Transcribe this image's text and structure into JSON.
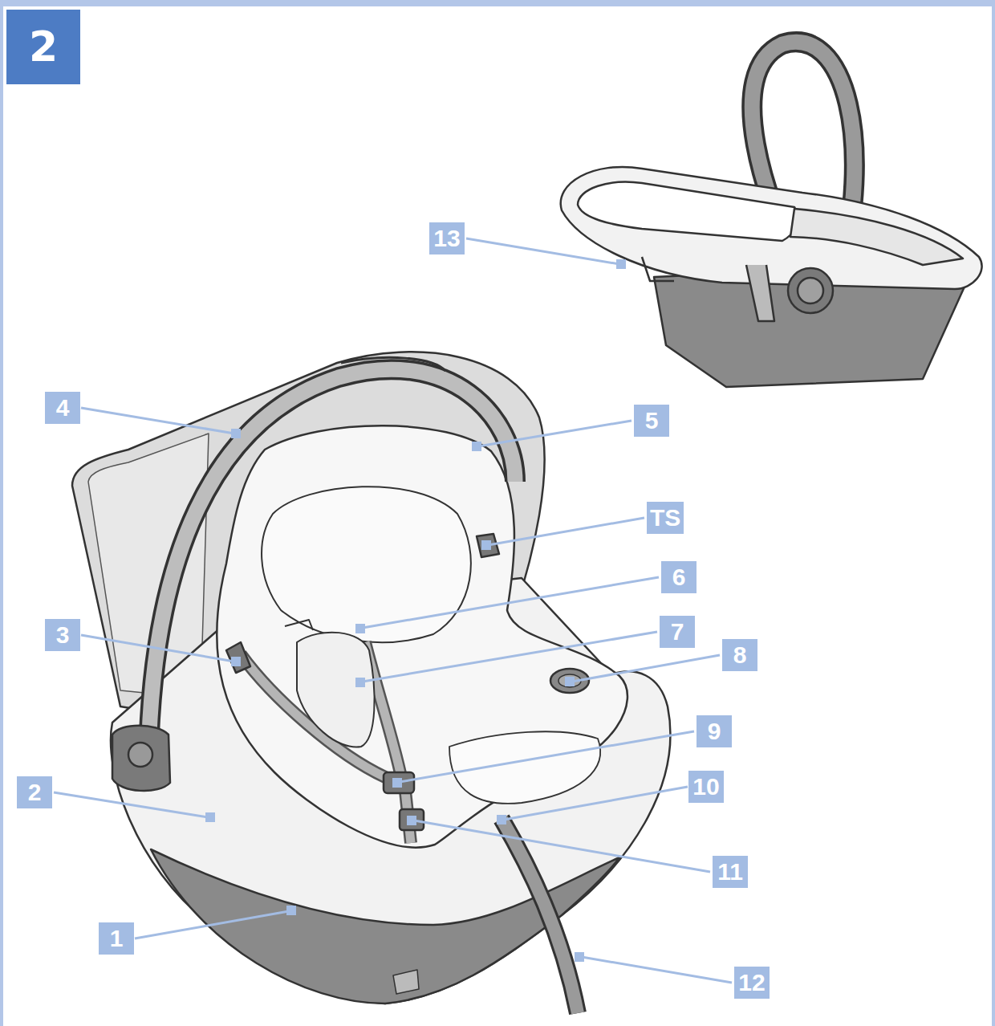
{
  "diagram": {
    "title": "2",
    "labels": [
      "13",
      "4",
      "5",
      "TS",
      "6",
      "3",
      "7",
      "8",
      "9",
      "10",
      "2",
      "11",
      "1",
      "12"
    ]
  }
}
